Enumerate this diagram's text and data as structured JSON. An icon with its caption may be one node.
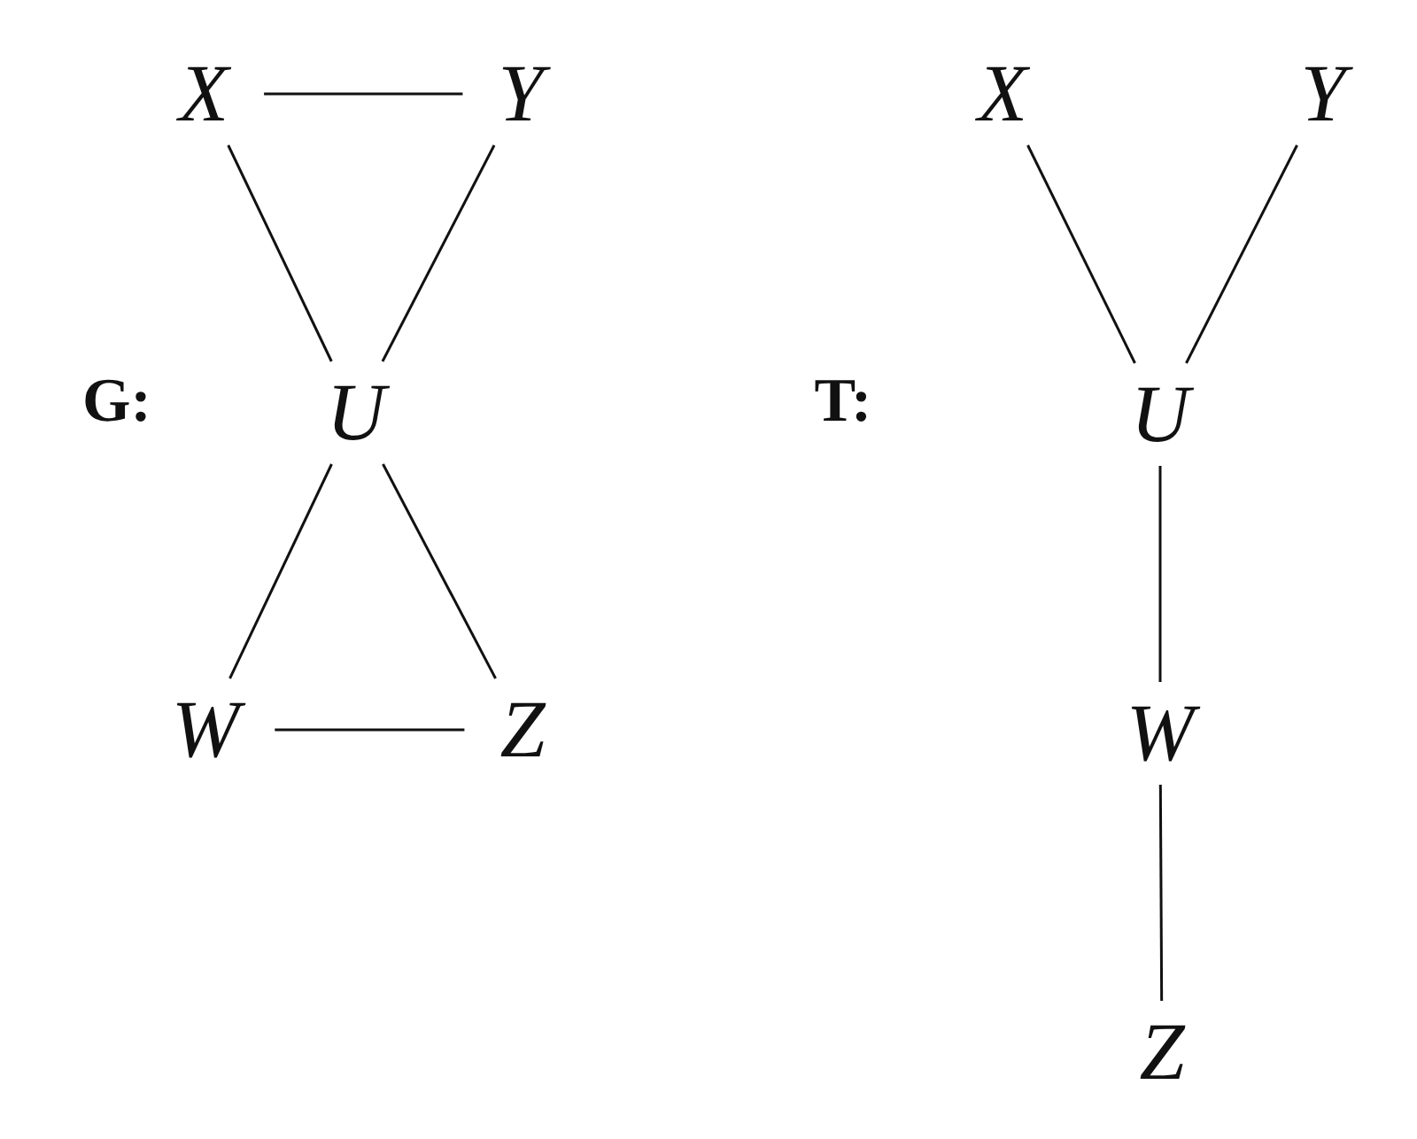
{
  "diagram": {
    "nodes": [
      {
        "text": [
          "X"
        ]
      },
      {
        "text": [
          "Y"
        ]
      },
      {
        "text": [
          "U"
        ]
      },
      {
        "text": [
          "W"
        ]
      },
      {
        "text": [
          "Z"
        ]
      },
      {
        "text": [
          "X"
        ]
      },
      {
        "text": [
          "Y"
        ]
      },
      {
        "text": [
          "U"
        ]
      },
      {
        "text": [
          "W"
        ]
      },
      {
        "text": [
          "Z"
        ]
      }
    ],
    "edges": [
      {
        "from": 0,
        "to": 1,
        "arrow": "none"
      },
      {
        "from": 0,
        "to": 2,
        "arrow": "none"
      },
      {
        "from": 1,
        "to": 2,
        "arrow": "none"
      },
      {
        "from": 2,
        "to": 3,
        "arrow": "none"
      },
      {
        "from": 2,
        "to": 4,
        "arrow": "none"
      },
      {
        "from": 3,
        "to": 4,
        "arrow": "none"
      },
      {
        "from": 5,
        "to": 7,
        "arrow": "none"
      },
      {
        "from": 6,
        "to": 7,
        "arrow": "none"
      },
      {
        "from": 7,
        "to": 8,
        "arrow": "none"
      },
      {
        "from": 8,
        "to": 9,
        "arrow": "none"
      }
    ],
    "labels": [
      "G:",
      "T:"
    ]
  }
}
